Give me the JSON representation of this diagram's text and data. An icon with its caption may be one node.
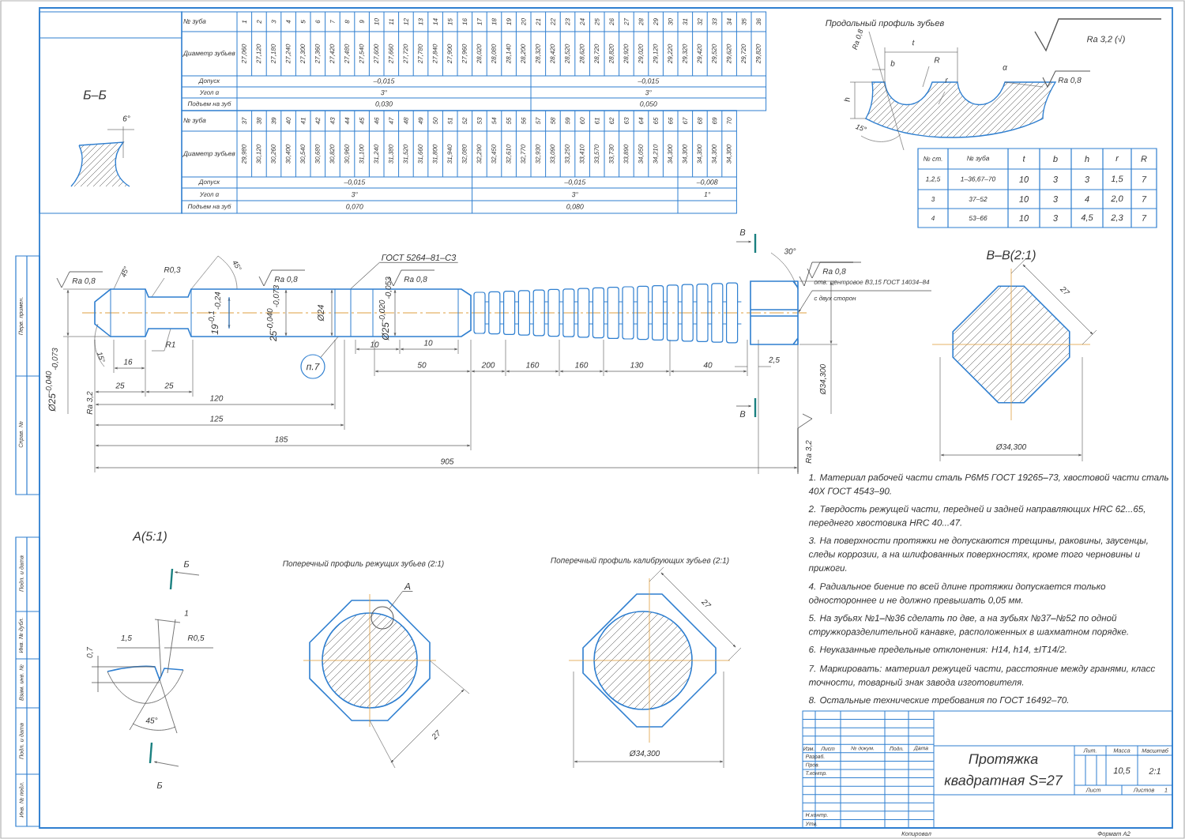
{
  "diagram": {
    "nodes": [
      {
        "text": [
          "ГОСТ 5264–81–С3"
        ]
      },
      {
        "text": [
          "отв. центровое B3,15 ГОСТ 14034–84",
          "с двух сторон"
        ]
      },
      {
        "text": [
          "А"
        ]
      },
      {
        "text": [],
        "shape": "circle"
      },
      {
        "text": [
          "п.7"
        ]
      },
      {
        "text": [],
        "shape": "picture"
      }
    ],
    "edges": [
      {
        "from": 0,
        "to": 5,
        "arrow": "none"
      },
      {
        "from": 1,
        "to": 5,
        "arrow": "to"
      },
      {
        "from": 2,
        "to": 3,
        "arrow": "none"
      },
      {
        "from": 4,
        "to": 5,
        "arrow": "none"
      }
    ],
    "labels": [
      "№ зуба",
      "1",
      "2",
      "3",
      "4",
      "5",
      "6",
      "7",
      "8",
      "9",
      "10",
      "11",
      "12",
      "13",
      "14",
      "15",
      "16",
      "17",
      "18",
      "19",
      "20",
      "21",
      "22",
      "23",
      "24",
      "25",
      "26",
      "27",
      "28",
      "29",
      "30",
      "31",
      "32",
      "33",
      "34",
      "35",
      "36",
      "Диаметр зубьев",
      "27,060",
      "27,120",
      "27,180",
      "27,240",
      "27,300",
      "27,360",
      "27,420",
      "27,480",
      "27,540",
      "27,600",
      "27,660",
      "27,720",
      "27,780",
      "27,840",
      "27,900",
      "27,960",
      "28,020",
      "28,080",
      "28,140",
      "28,200",
      "28,320",
      "28,420",
      "28,520",
      "28,620",
      "28,720",
      "28,820",
      "28,920",
      "29,020",
      "29,120",
      "29,220",
      "29,320",
      "29,420",
      "29,520",
      "29,620",
      "29,720",
      "29,820",
      "Допуск",
      "–0,015",
      "–0,015",
      "Угол α",
      "3°",
      "3°",
      "Подъем на зуб",
      "0,030",
      "0,050",
      "№ зуба",
      "37",
      "38",
      "39",
      "40",
      "41",
      "42",
      "43",
      "44",
      "45",
      "46",
      "47",
      "48",
      "49",
      "50",
      "51",
      "52",
      "53",
      "54",
      "55",
      "56",
      "57",
      "58",
      "59",
      "60",
      "61",
      "62",
      "63",
      "64",
      "65",
      "66",
      "67",
      "68",
      "69",
      "70",
      "Диаметр зубьев",
      "29,980",
      "30,120",
      "30,260",
      "30,400",
      "30,540",
      "30,680",
      "30,820",
      "30,960",
      "31,100",
      "31,240",
      "31,380",
      "31,520",
      "31,660",
      "31,800",
      "31,940",
      "32,080",
      "32,290",
      "32,450",
      "32,610",
      "32,770",
      "32,930",
      "33,090",
      "33,250",
      "33,410",
      "33,570",
      "33,730",
      "33,890",
      "34,050",
      "34,210",
      "34,300",
      "34,300",
      "34,300",
      "34,300",
      "34,300",
      "Допуск",
      "–0,015",
      "–0,015",
      "–0,008",
      "Угол α",
      "3°",
      "3°",
      "1°",
      "Подъем на зуб",
      "0,070",
      "0,080",
      "Б–Б",
      "6°",
      "Продольный профиль зубьев",
      "Ra 3,2 (√)",
      "Ra 0,8",
      "t",
      "b",
      "R",
      "r",
      "h",
      "α",
      "Ra 0,8",
      "15°",
      "№ ст.",
      "№ зуба",
      "t",
      "b",
      "h",
      "r",
      "R",
      "1,2,5",
      "1–36,67–70",
      "10",
      "3",
      "3",
      "1,5",
      "7",
      "3",
      "37–52",
      "10",
      "3",
      "4",
      "2,0",
      "7",
      "4",
      "53–66",
      "10",
      "3",
      "4,5",
      "2,3",
      "7",
      "Ra 0,8",
      "45°",
      "R0,3",
      "45°",
      "Ra 0,8",
      "Ra 0,8",
      "19$^{-0,1}$$_{-0,24}$",
      "25$^{-0,040}$$_{-0,073}$",
      "Ø24",
      "Ø25$^{-0,020}$$_{-0,053}$",
      "Ø25$^{-0,040}$$_{-0,073}$",
      "R1",
      "15°",
      "16",
      "Ra 3,2",
      "25",
      "25",
      "120",
      "125",
      "185",
      "905",
      "10",
      "10",
      "50",
      "200",
      "160",
      "160",
      "130",
      "40",
      "В",
      "30°",
      "Ra 0,8",
      "2,5",
      "Ø34,300",
      "В",
      "Ra 3,2",
      "В–В(2:1)",
      "27",
      "Ø34,300",
      "А(5:1)",
      "Б",
      "1",
      "1,5",
      "R0,5",
      "0,7",
      "45°",
      "Б",
      "Поперечный профиль режущих зубьев (2:1)",
      "27",
      "Поперечный профиль калибрующих зубьев (2:1)",
      "27",
      "Ø34,300",
      "1. Материал рабочей части сталь Р6М5 ГОСТ 19265–73, хвостовой части сталь 40Х ГОСТ 4543–90.",
      "2. Твердость режущей части, передней и задней направляющих HRC 62...65, переднего хвостовика HRC 40...47.",
      "3. На поверхности протяжки не допускаются трещины, раковины, заусенцы, следы коррозии, а на шлифованных поверхностях, кроме того черновины и прижоги.",
      "4. Радиальное биение по всей длине протяжки допускается только одностороннее и не должно превышать 0,05 мм.",
      "5. На зубьях №1–№36 сделать по две, а на зубьях №37–№52 по одной стружкоразделительной канавке, расположенных в шахматном порядке.",
      "6. Неуказанные предельные отклонения: H14, h14, ±IT14/2.",
      "7. Маркировать: материал режущей части, расстояние между гранями, класс точности, товарный знак завода изготовителя.",
      "8. Остальные технические требования по ГОСТ 16492–70.",
      "Изм.",
      "Лист",
      "№ докум.",
      "Подп.",
      "Дата",
      "Разраб.",
      "Пров.",
      "Т.контр.",
      "Н.контр.",
      "Утв.",
      "Протяжка квадратная S=27",
      "Лит.",
      "Масса",
      "Масштаб",
      "10,5",
      "2:1",
      "Лист",
      "Листов",
      "1",
      "Копировал",
      "Формат A2",
      "Перв. примен.",
      "Справ. №",
      "Подп. и дата",
      "Инв. № дубл.",
      "Взам. инв. №",
      "Подп. и дата",
      "Инв. № подл."
    ]
  }
}
